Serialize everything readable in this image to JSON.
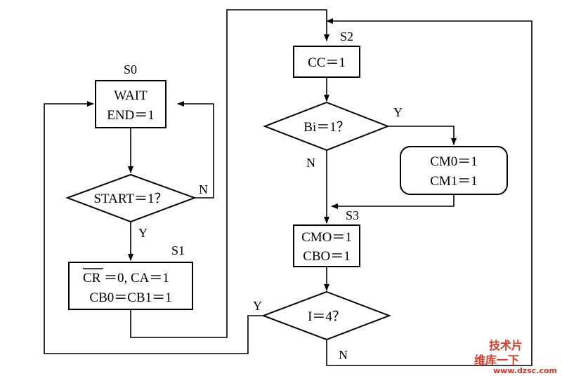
{
  "states": {
    "s0": "S0",
    "s1": "S1",
    "s2": "S2",
    "s3": "S3"
  },
  "boxes": {
    "wait": [
      "WAIT",
      "END＝1"
    ],
    "s1_box": [
      "＝0, CA＝1",
      "CB0＝CB1＝1"
    ],
    "s1_overbar": "CR",
    "cc": "CC＝1",
    "cm": [
      "CM0＝1",
      "CM1＝1"
    ],
    "cmo": [
      "CMO＝1",
      "CBO＝1"
    ]
  },
  "decisions": {
    "start": "START＝1？",
    "bi": "Bi＝1？",
    "i4": "I＝4？"
  },
  "branch_labels": {
    "start_no": "N",
    "start_yes": "Y",
    "bi_yes": "Y",
    "bi_no": "N",
    "i4_yes": "Y",
    "i4_no": "N"
  },
  "watermark": {
    "top": "技术片",
    "bottom": "维库一下",
    "url": "www.dzsc.com"
  }
}
